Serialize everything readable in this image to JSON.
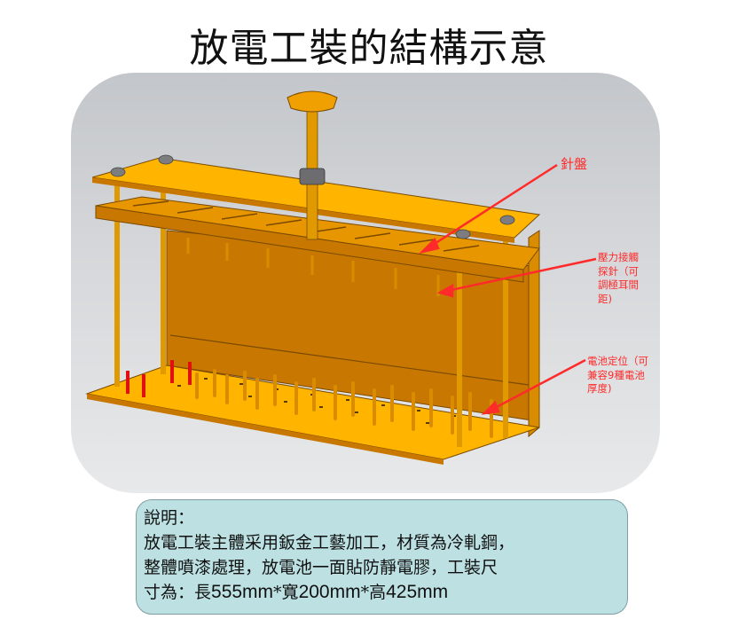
{
  "title": "放電工裝的結構示意",
  "diagram": {
    "alt": "sheet-metal discharge fixture 3D render",
    "colors": {
      "metal": "#f5a800",
      "metal_dark": "#c87800",
      "pin_red": "#e01010",
      "callout_red": "#ff2a2a",
      "background": "#cfd2d5"
    },
    "callouts": [
      {
        "id": "needle-plate",
        "lines": [
          "針盤"
        ]
      },
      {
        "id": "pressure-probe",
        "lines": [
          "壓力接觸",
          "探針（可",
          "調極耳間",
          "距)"
        ]
      },
      {
        "id": "battery-positioning",
        "lines": [
          "電池定位（可",
          "兼容9種電池",
          "厚度)"
        ]
      }
    ]
  },
  "description": {
    "heading": "說明：",
    "line1": "放電工裝主體采用鈑金工藝加工，材質為冷軋鋼，",
    "line2": "整體噴漆處理，放電池一面貼防靜電膠，工裝尺",
    "line3_prefix": "寸為：長",
    "length": "555mm",
    "sep1": "*寬",
    "width": "200mm",
    "sep2": "*高",
    "height": "425mm"
  }
}
